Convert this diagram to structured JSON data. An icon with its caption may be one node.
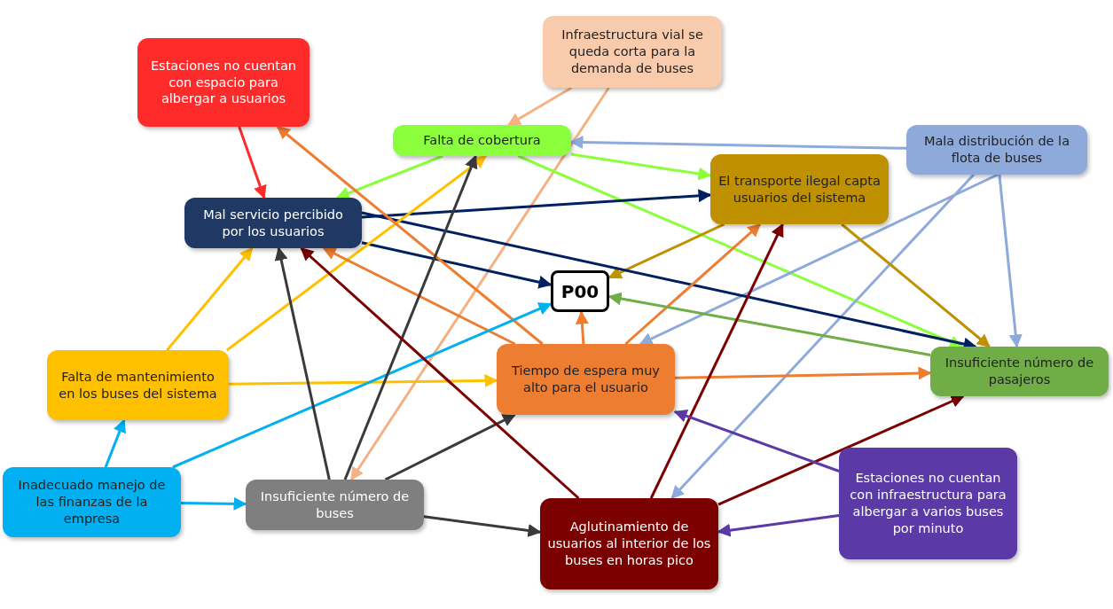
{
  "diagram": {
    "nodes": [
      {
        "text": [
          "Estaciones no cuentan con espacio para albergar a usuarios"
        ]
      },
      {
        "text": [
          "Infraestructura vial se queda corta para la demanda de buses"
        ]
      },
      {
        "text": [
          "Falta de cobertura"
        ]
      },
      {
        "text": [
          "Mala distribución de la flota de buses"
        ]
      },
      {
        "text": [
          "El transporte ilegal capta usuarios del sistema"
        ]
      },
      {
        "text": [
          "Mal servicio percibido por los usuarios"
        ]
      },
      {
        "text": [
          "P00"
        ]
      },
      {
        "text": [
          "Falta de mantenimiento en los buses del sistema"
        ]
      },
      {
        "text": [
          "Tiempo de espera muy alto para el usuario"
        ]
      },
      {
        "text": [
          "Insuficiente número de pasajeros"
        ]
      },
      {
        "text": [
          "Inadecuado manejo de las finanzas de la empresa"
        ]
      },
      {
        "text": [
          "Insuficiente número de buses"
        ]
      },
      {
        "text": [
          "Estaciones no cuentan con infraestructura para albergar a varios buses por minuto"
        ]
      },
      {
        "text": [
          "Aglutinamiento de usuarios al interior de los buses en horas pico"
        ]
      }
    ],
    "edges": [
      {
        "from": 0,
        "to": 5,
        "arrow": "to",
        "color": "#ff2a2a"
      },
      {
        "from": 1,
        "to": 2,
        "arrow": "to",
        "color": "#f4b183"
      },
      {
        "from": 1,
        "to": 11,
        "arrow": "to",
        "color": "#f4b183"
      },
      {
        "from": 2,
        "to": 5,
        "arrow": "to",
        "color": "#8cff3c"
      },
      {
        "from": 2,
        "to": 4,
        "arrow": "to",
        "color": "#8cff3c"
      },
      {
        "from": 2,
        "to": 9,
        "arrow": "to",
        "color": "#8cff3c"
      },
      {
        "from": 3,
        "to": 2,
        "arrow": "to",
        "color": "#8eaadb"
      },
      {
        "from": 3,
        "to": 8,
        "arrow": "to",
        "color": "#8eaadb"
      },
      {
        "from": 3,
        "to": 13,
        "arrow": "to",
        "color": "#8eaadb"
      },
      {
        "from": 3,
        "to": 9,
        "arrow": "to",
        "color": "#8eaadb"
      },
      {
        "from": 4,
        "to": 6,
        "arrow": "to",
        "color": "#bf9000"
      },
      {
        "from": 4,
        "to": 9,
        "arrow": "to",
        "color": "#bf9000"
      },
      {
        "from": 5,
        "to": 4,
        "arrow": "to",
        "color": "#002060"
      },
      {
        "from": 5,
        "to": 6,
        "arrow": "to",
        "color": "#002060"
      },
      {
        "from": 5,
        "to": 9,
        "arrow": "to",
        "color": "#002060"
      },
      {
        "from": 7,
        "to": 5,
        "arrow": "to",
        "color": "#ffc000"
      },
      {
        "from": 7,
        "to": 2,
        "arrow": "to",
        "color": "#ffc000"
      },
      {
        "from": 7,
        "to": 8,
        "arrow": "to",
        "color": "#ffc000"
      },
      {
        "from": 8,
        "to": 0,
        "arrow": "to",
        "color": "#ed7d31"
      },
      {
        "from": 8,
        "to": 5,
        "arrow": "to",
        "color": "#ed7d31"
      },
      {
        "from": 8,
        "to": 6,
        "arrow": "to",
        "color": "#ed7d31"
      },
      {
        "from": 8,
        "to": 4,
        "arrow": "to",
        "color": "#ed7d31"
      },
      {
        "from": 8,
        "to": 9,
        "arrow": "to",
        "color": "#ed7d31"
      },
      {
        "from": 9,
        "to": 6,
        "arrow": "to",
        "color": "#70ad47"
      },
      {
        "from": 10,
        "to": 7,
        "arrow": "to",
        "color": "#00b0f0"
      },
      {
        "from": 10,
        "to": 6,
        "arrow": "to",
        "color": "#00b0f0"
      },
      {
        "from": 10,
        "to": 11,
        "arrow": "to",
        "color": "#00b0f0"
      },
      {
        "from": 11,
        "to": 5,
        "arrow": "to",
        "color": "#3a3a3a"
      },
      {
        "from": 11,
        "to": 2,
        "arrow": "to",
        "color": "#3a3a3a"
      },
      {
        "from": 11,
        "to": 8,
        "arrow": "to",
        "color": "#3a3a3a"
      },
      {
        "from": 11,
        "to": 13,
        "arrow": "to",
        "color": "#3a3a3a"
      },
      {
        "from": 13,
        "to": 5,
        "arrow": "to",
        "color": "#7b0000"
      },
      {
        "from": 13,
        "to": 4,
        "arrow": "to",
        "color": "#7b0000"
      },
      {
        "from": 13,
        "to": 9,
        "arrow": "to",
        "color": "#7b0000"
      },
      {
        "from": 12,
        "to": 8,
        "arrow": "to",
        "color": "#5b3aa8"
      },
      {
        "from": 12,
        "to": 13,
        "arrow": "to",
        "color": "#5b3aa8"
      }
    ]
  }
}
